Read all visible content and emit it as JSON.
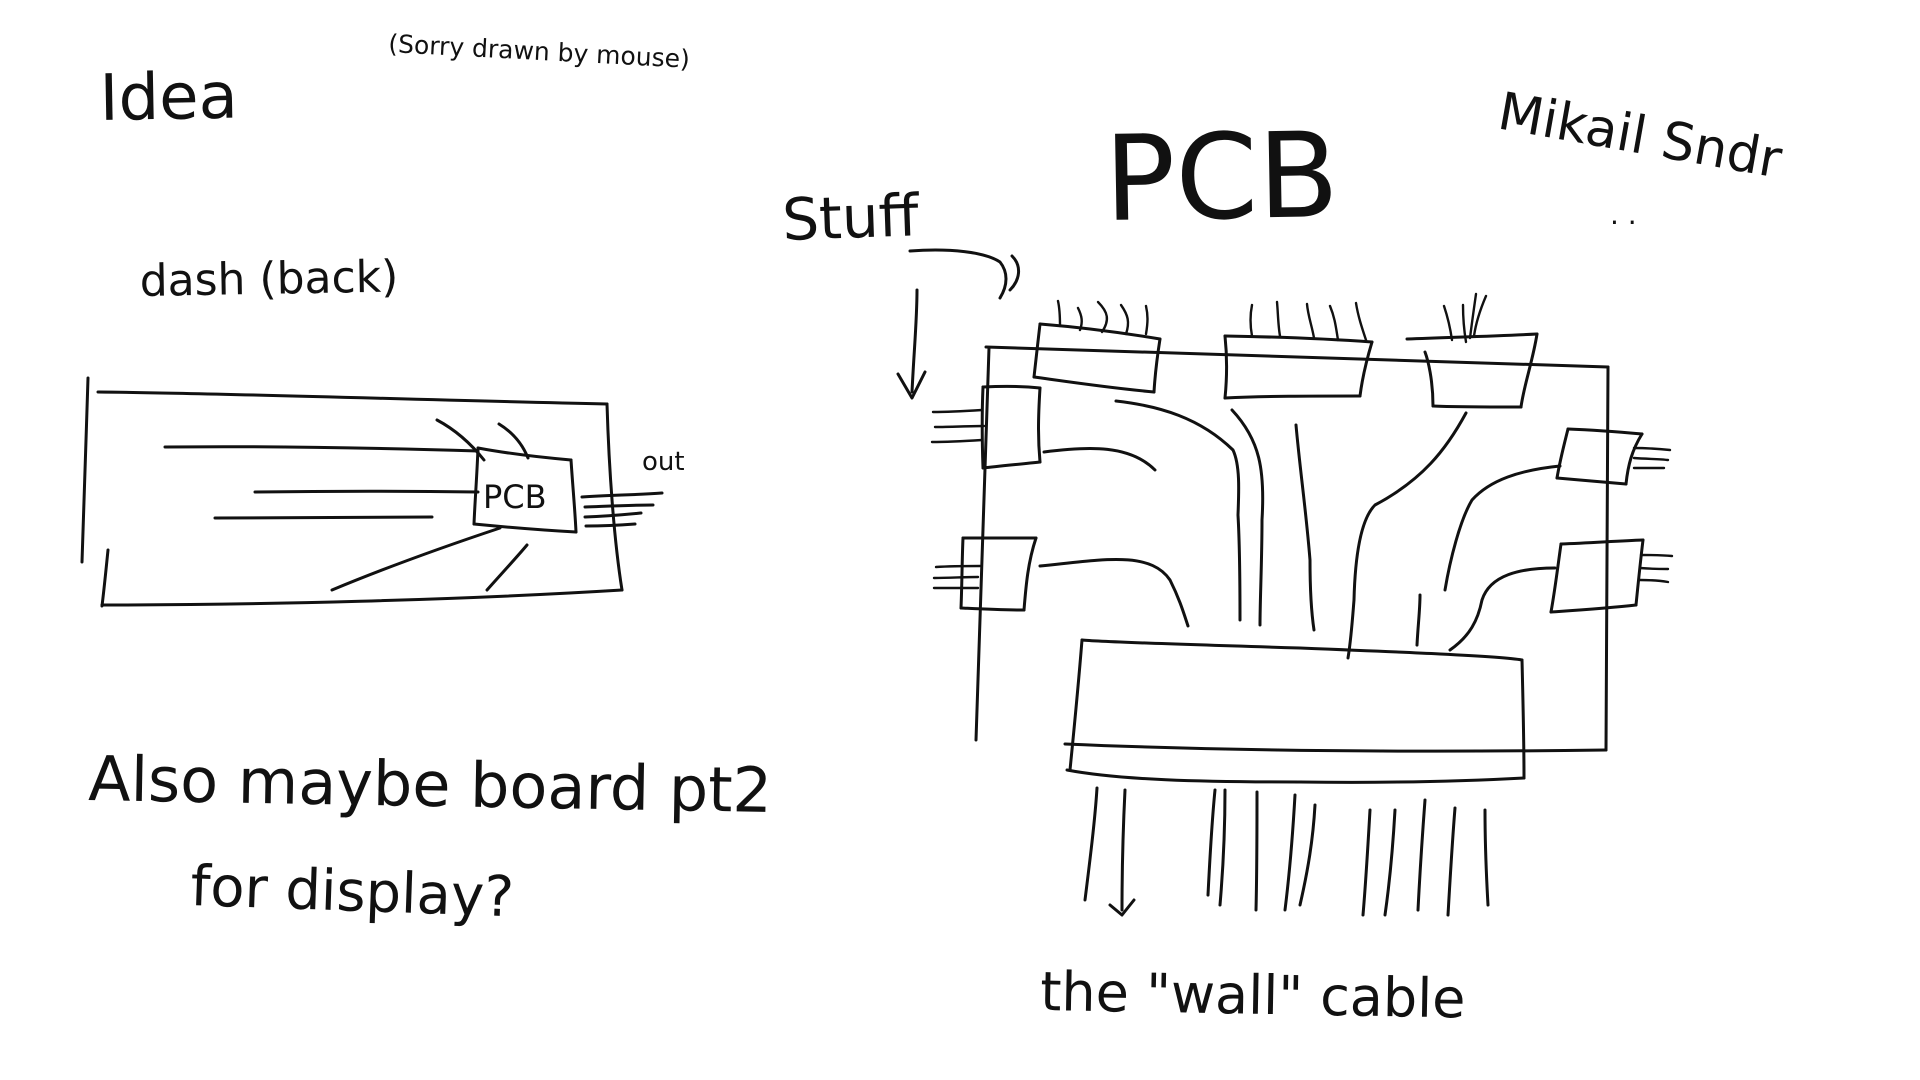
{
  "colors": {
    "ink": "#111111",
    "background": "#ffffff"
  },
  "labels": {
    "title": "Idea",
    "apology": "(Sorry drawn by mouse)",
    "author": "Mikail Sndr",
    "author_mark": "· ·",
    "dash_label": "dash (back)",
    "left_pcb": "PCB",
    "out": "out",
    "note_line1": "Also maybe board pt2",
    "note_line2": "for display?",
    "stuff": "Stuff",
    "main_pcb": "PCB",
    "cable": "the \"wall\" cable"
  }
}
